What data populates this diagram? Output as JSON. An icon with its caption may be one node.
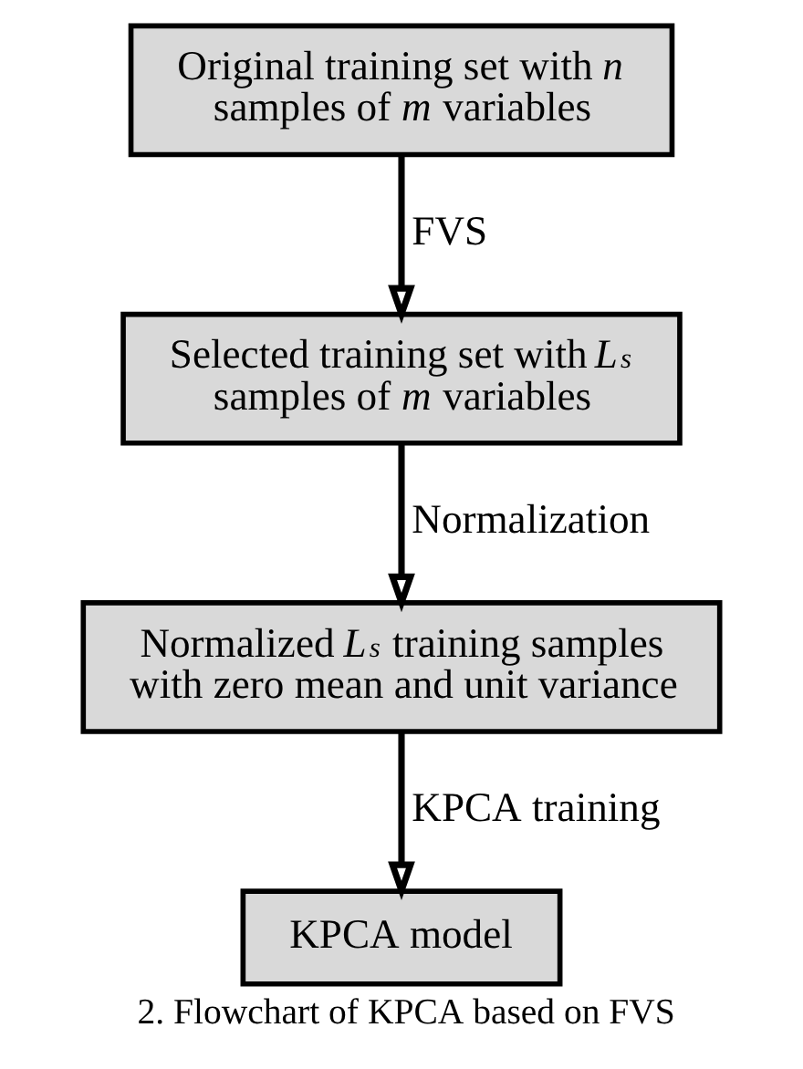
{
  "diagram": {
    "caption": "2. Flowchart of KPCA based on FVS",
    "nodes": [
      {
        "text": [
          "Original training set with *n* samples of *m* variables"
        ]
      },
      {
        "text": [
          "Selected training set with *L$_{s}$* samples of *m* variables"
        ]
      },
      {
        "text": [
          "Normalized *L$_{s}$* training samples with zero mean and unit variance"
        ]
      },
      {
        "text": [
          "KPCA model"
        ]
      }
    ],
    "edges": [
      {
        "from": 0,
        "to": 1,
        "arrow": "to",
        "label": "FVS"
      },
      {
        "from": 1,
        "to": 2,
        "arrow": "to",
        "label": "Normalization"
      },
      {
        "from": 2,
        "to": 3,
        "arrow": "to",
        "label": "KPCA training"
      }
    ]
  }
}
